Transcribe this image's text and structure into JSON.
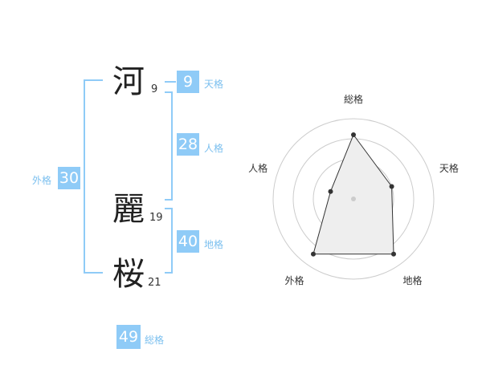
{
  "name": {
    "chars": [
      {
        "char": "河",
        "strokes": "9"
      },
      {
        "char": "麗",
        "strokes": "19"
      },
      {
        "char": "桜",
        "strokes": "21"
      }
    ]
  },
  "kakusu": {
    "tenkaku": {
      "label": "天格",
      "value": "9"
    },
    "jinkaku": {
      "label": "人格",
      "value": "28"
    },
    "chikaku": {
      "label": "地格",
      "value": "40"
    },
    "gaikaku": {
      "label": "外格",
      "value": "30"
    },
    "soukaku": {
      "label": "総格",
      "value": "49"
    }
  },
  "colors": {
    "accent": "#8fcbf7",
    "label": "#7cc0ef",
    "text": "#222222"
  },
  "chart_data": {
    "type": "radar",
    "axes": [
      "総格",
      "天格",
      "地格",
      "外格",
      "人格"
    ],
    "values": [
      0.8,
      0.5,
      0.85,
      0.85,
      0.3
    ],
    "max": 1,
    "rings": 4
  }
}
